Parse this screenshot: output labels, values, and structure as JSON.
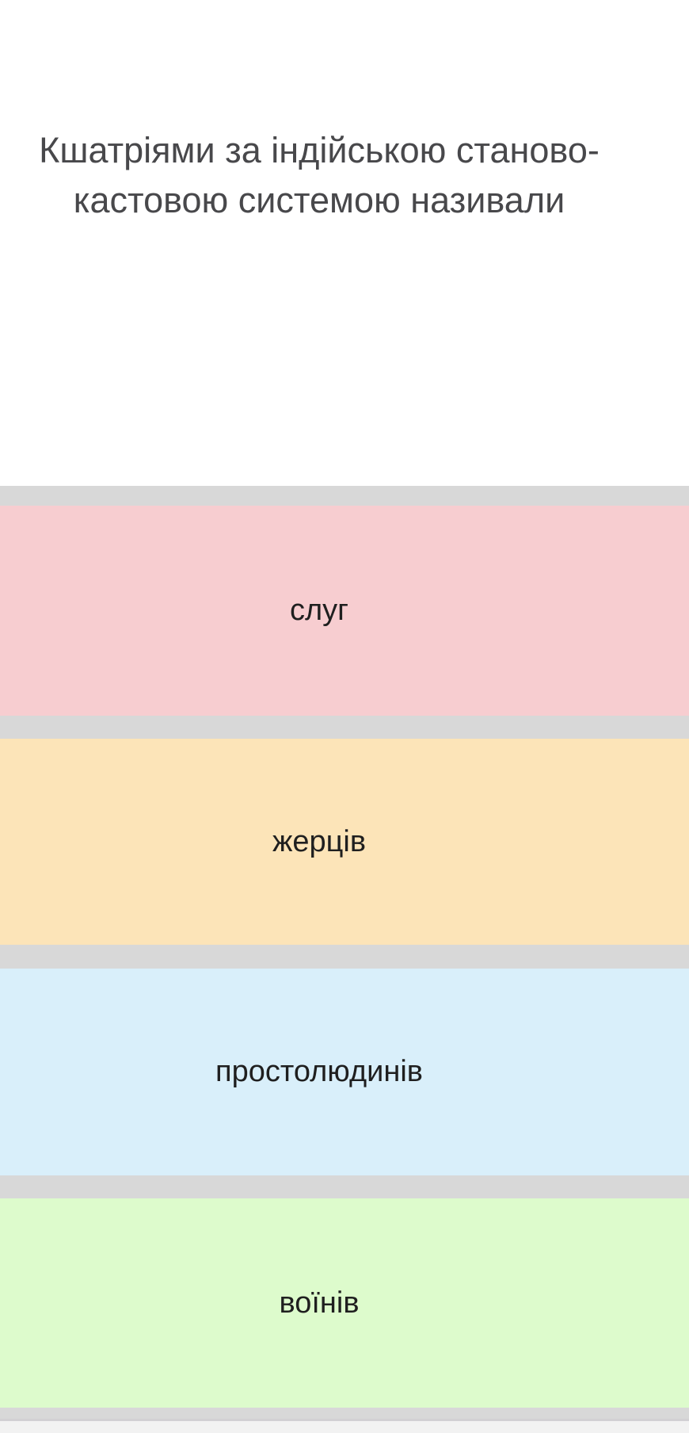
{
  "quiz": {
    "question": {
      "text": "Кшатріями за індійською станово-кастовою системою називали"
    },
    "options": [
      {
        "label": "слуг",
        "color": "#f7cdd0"
      },
      {
        "label": "жерців",
        "color": "#fce4b8"
      },
      {
        "label": "простолюдинів",
        "color": "#d9effa"
      },
      {
        "label": "воїнів",
        "color": "#ddfbcc"
      }
    ],
    "colors": {
      "background": "#ffffff",
      "options_area": "#d8d8d8",
      "footer": "#f2f2f2",
      "question_text": "#48484b",
      "option_text": "#1f1f1f"
    }
  }
}
